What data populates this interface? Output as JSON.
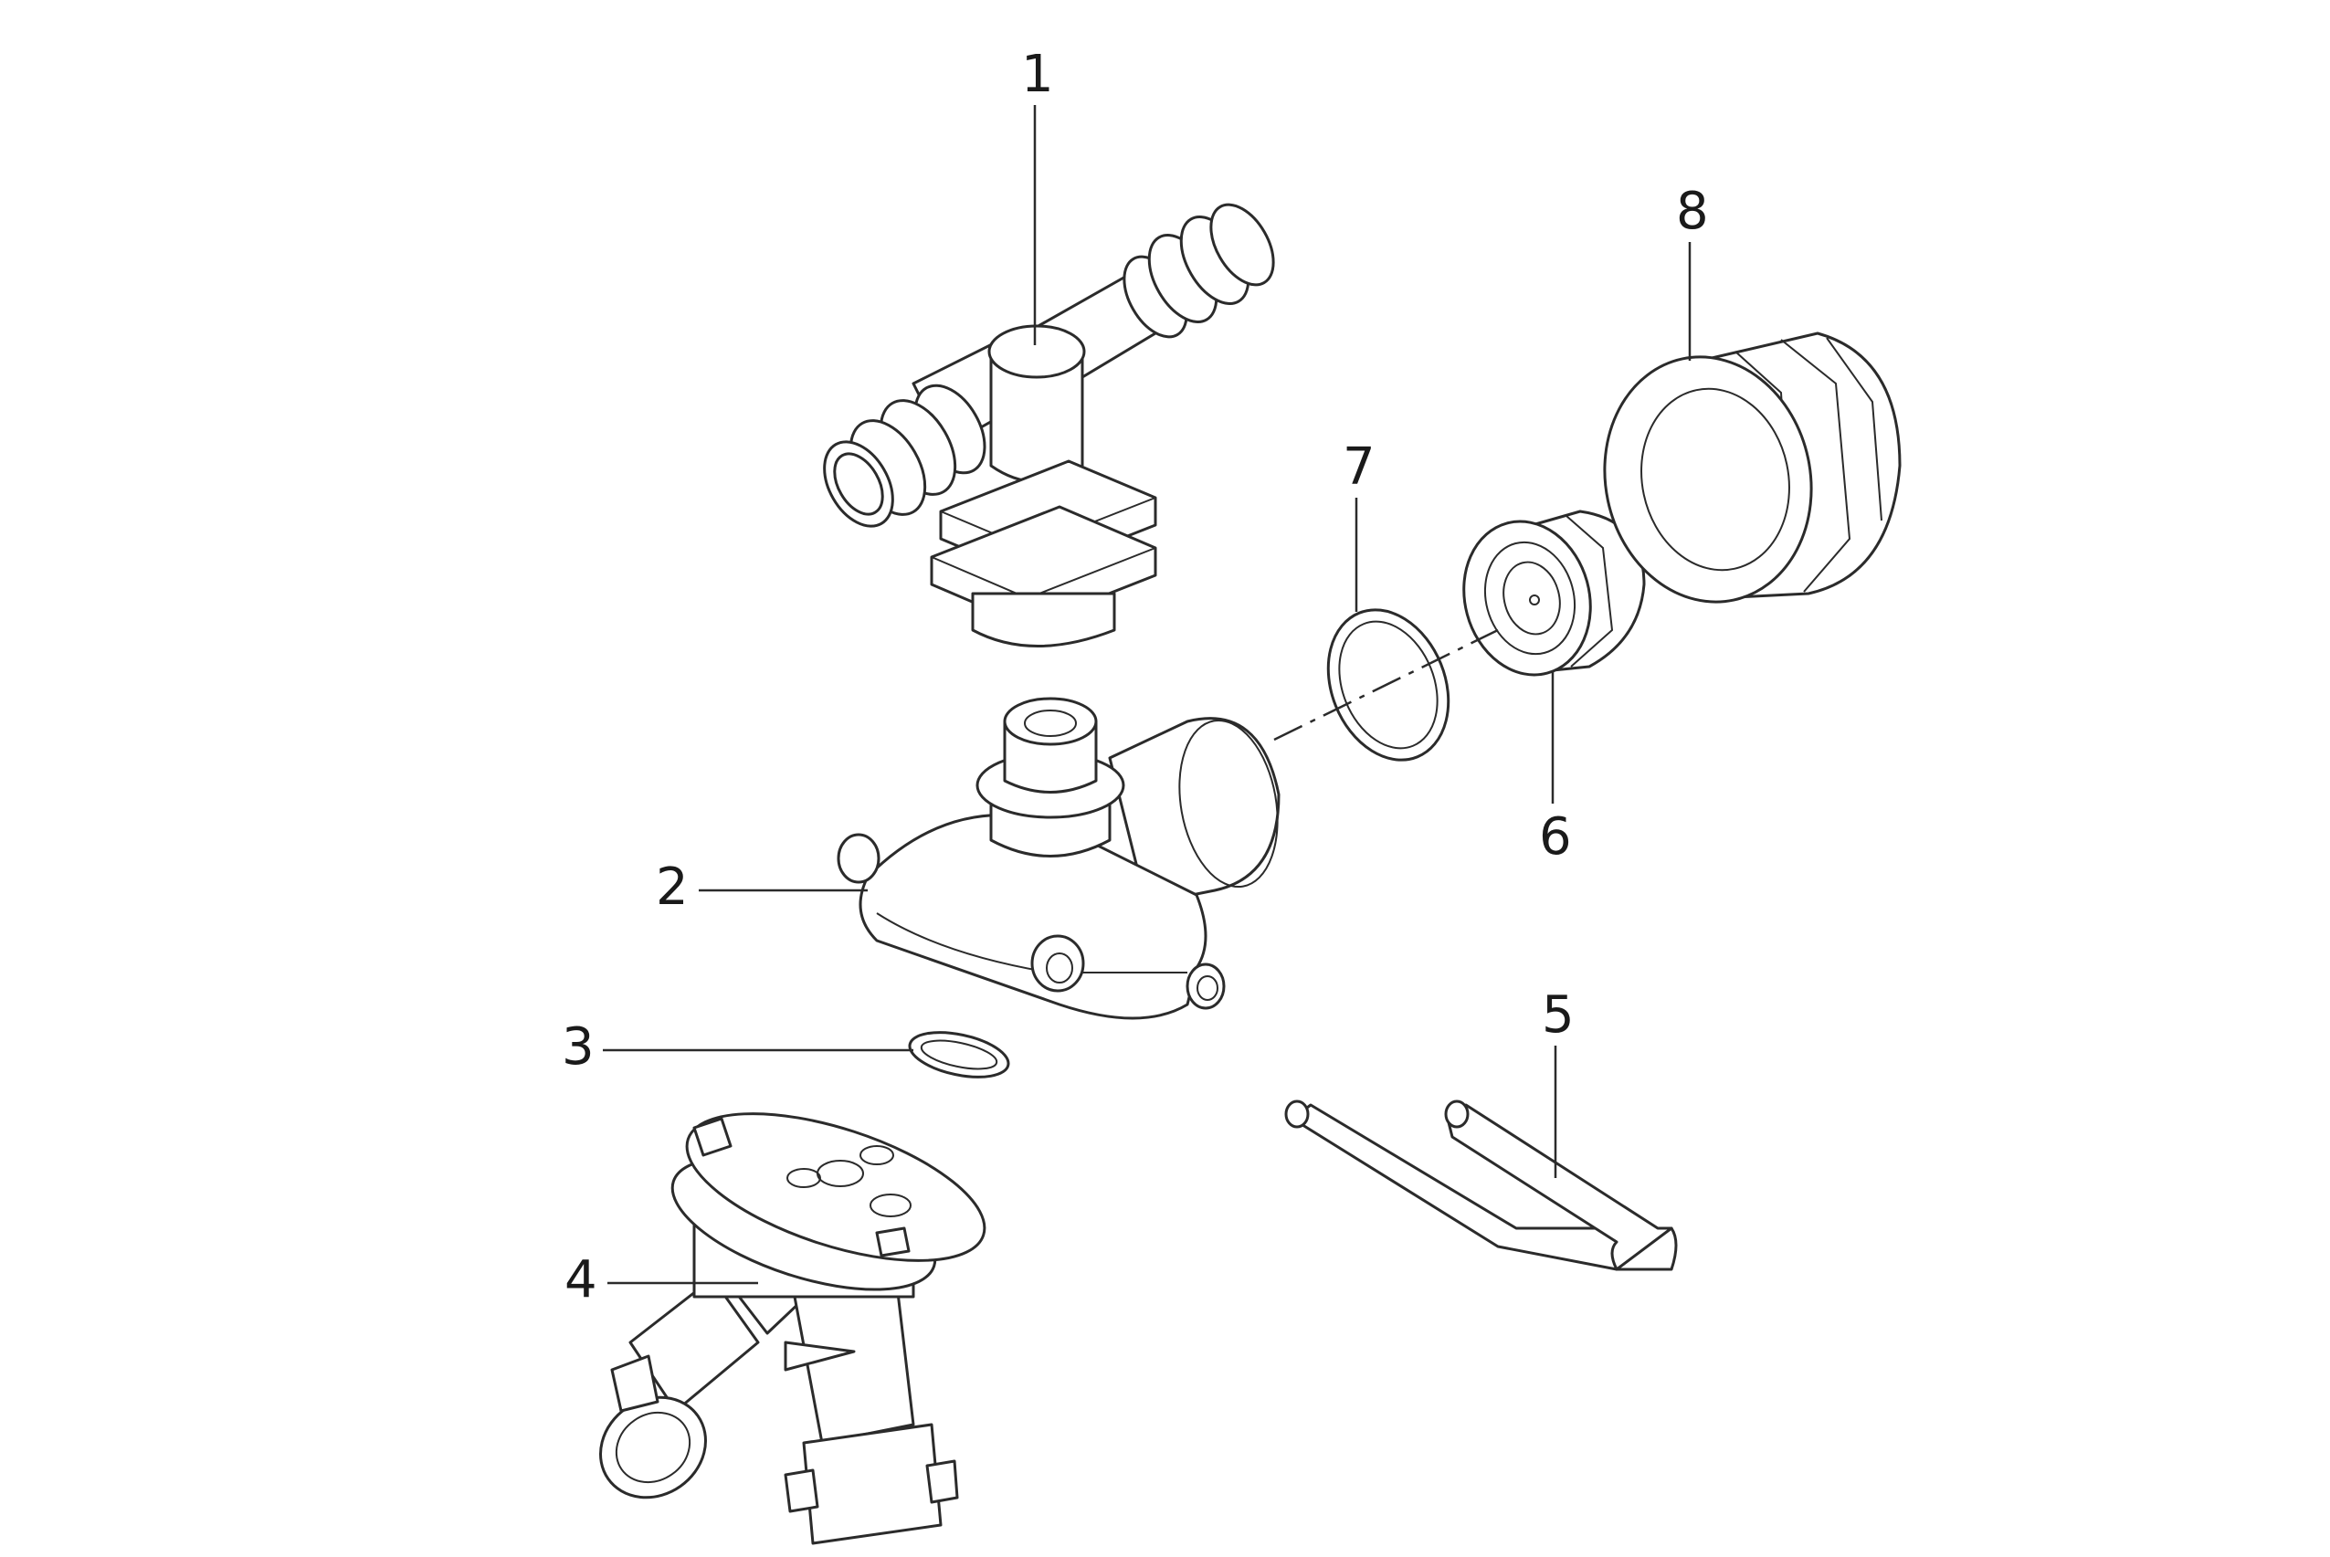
{
  "diagram": {
    "parts": [
      {
        "id": "part-1",
        "label": "1"
      },
      {
        "id": "part-2",
        "label": "2"
      },
      {
        "id": "part-3",
        "label": "3"
      },
      {
        "id": "part-4",
        "label": "4"
      },
      {
        "id": "part-5",
        "label": "5"
      },
      {
        "id": "part-6",
        "label": "6"
      },
      {
        "id": "part-7",
        "label": "7"
      },
      {
        "id": "part-8",
        "label": "8"
      }
    ],
    "line_color": "#2b2b2b",
    "background_color": "#ffffff"
  }
}
